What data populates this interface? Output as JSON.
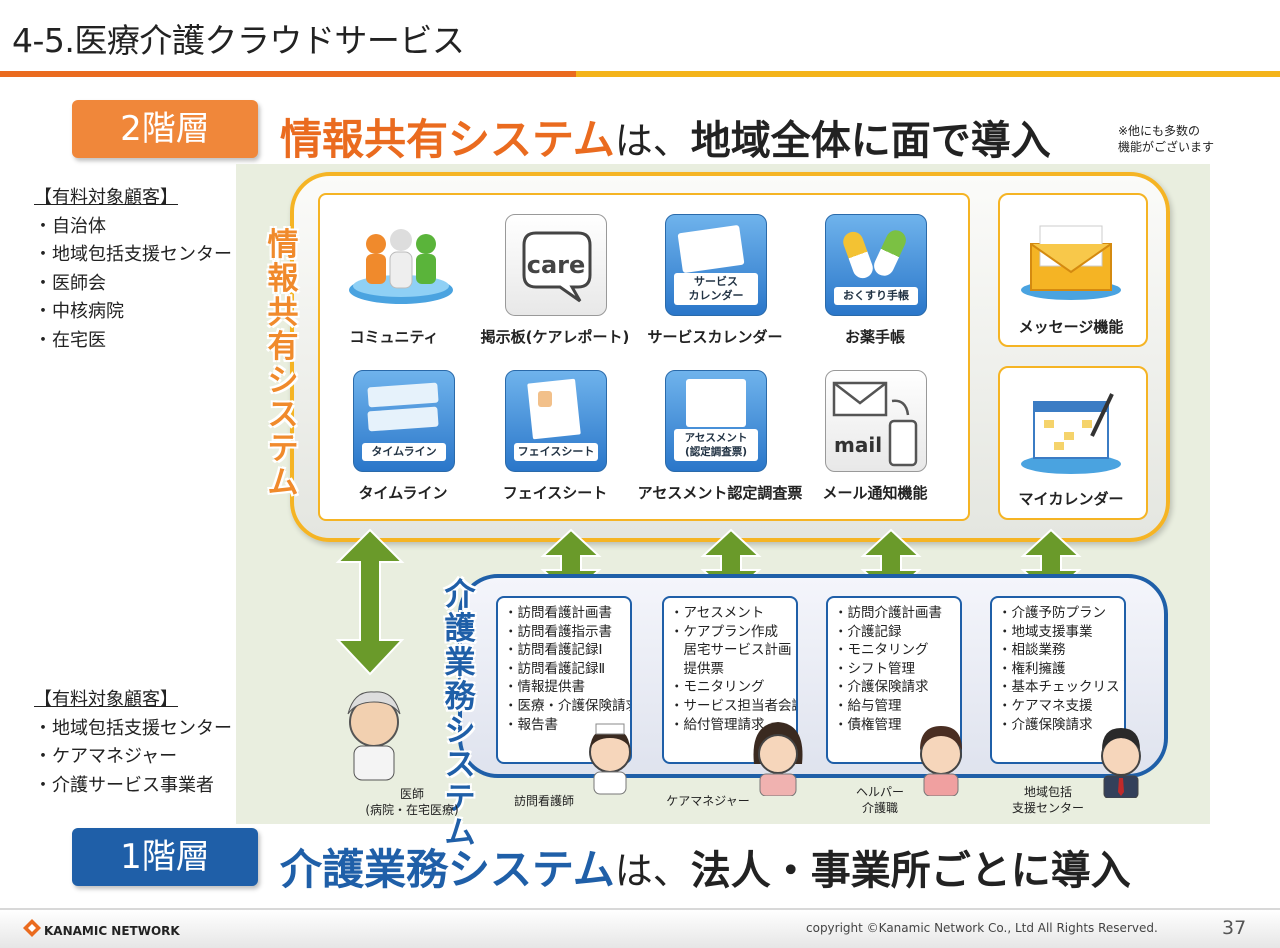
{
  "slide_title": "4-5.医療介護クラウドサービス",
  "tier2": {
    "badge": "2階層",
    "highlight": "情報共有システム",
    "mid": "は、",
    "rest": "地域全体に面で導入"
  },
  "tier1": {
    "badge": "1階層",
    "highlight": "介護業務システム",
    "mid": "は、",
    "rest": "法人・事業所ごとに導入"
  },
  "note_line1": "※他にも多数の",
  "note_line2": "機能がございます",
  "customers_top": {
    "heading": "【有料対象顧客】",
    "items": [
      "・自治体",
      "・地域包括支援センター",
      "・医師会",
      "・中核病院",
      "・在宅医"
    ]
  },
  "customers_bottom": {
    "heading": "【有料対象顧客】",
    "items": [
      "・地域包括支援センター",
      "・ケアマネジャー",
      "・介護サービス事業者"
    ]
  },
  "info_system": {
    "title_chars": [
      "情",
      "報",
      "共",
      "有",
      "シ",
      "ス",
      "テ",
      "ム"
    ],
    "features": [
      {
        "label": "コミュニティ",
        "icon": "community-icon"
      },
      {
        "label": "掲示板(ケアレポート)",
        "icon": "care-bubble-icon",
        "icon_text": "care"
      },
      {
        "label": "サービスカレンダー",
        "icon": "service-calendar-icon",
        "icon_text": "サービス\nカレンダー"
      },
      {
        "label": "お薬手帳",
        "icon": "medicine-icon",
        "icon_text": "おくすり手帳"
      },
      {
        "label": "タイムライン",
        "icon": "timeline-icon",
        "icon_text": "タイムライン"
      },
      {
        "label": "フェイスシート",
        "icon": "face-sheet-icon",
        "icon_text": "フェイスシート"
      },
      {
        "label": "アセスメント認定調査票",
        "icon": "assessment-icon",
        "icon_text": "アセスメント\n(認定調査票)"
      },
      {
        "label": "メール通知機能",
        "icon": "mail-icon",
        "icon_text": "mail"
      }
    ],
    "side": [
      {
        "label": "メッセージ機能",
        "icon": "envelope-icon"
      },
      {
        "label": "マイカレンダー",
        "icon": "my-calendar-icon"
      }
    ]
  },
  "care_system": {
    "title_chars": [
      "介",
      "護",
      "業",
      "務",
      "シ",
      "ス",
      "テ",
      "ム"
    ],
    "columns": [
      [
        "・訪問看護計画書",
        "・訪問看護指示書",
        "・訪問看護記録Ⅰ",
        "・訪問看護記録Ⅱ",
        "・情報提供書",
        "・医療・介護保険請求",
        "・報告書"
      ],
      [
        "・アセスメント",
        "・ケアプラン作成",
        "　居宅サービス計画",
        "　提供票",
        "・モニタリング",
        "・サービス担当者会議",
        "・給付管理請求"
      ],
      [
        "・訪問介護計画書",
        "・介護記録",
        "・モニタリング",
        "・シフト管理",
        "・介護保険請求",
        "・給与管理",
        "・債権管理"
      ],
      [
        "・介護予防プラン",
        "・地域支援事業",
        "・相談業務",
        "・権利擁護",
        "・基本チェックリスト",
        "・ケアマネ支援",
        "・介護保険請求"
      ]
    ]
  },
  "roles": [
    {
      "line1": "医師",
      "line2": "(病院・在宅医療)"
    },
    {
      "line1": "訪問看護師",
      "line2": ""
    },
    {
      "line1": "ケアマネジャー",
      "line2": ""
    },
    {
      "line1": "ヘルパー",
      "line2": "介護職"
    },
    {
      "line1": "地域包括",
      "line2": "支援センター"
    }
  ],
  "footer": {
    "logo": "KANAMIC NETWORK",
    "copyright": "copyright ©Kanamic Network Co., Ltd All Rights Reserved.",
    "page": "37"
  },
  "colors": {
    "orange": "#ea6b1f",
    "yellow": "#f5b424",
    "blue": "#1f5fa8",
    "green": "#6a9a2a"
  }
}
